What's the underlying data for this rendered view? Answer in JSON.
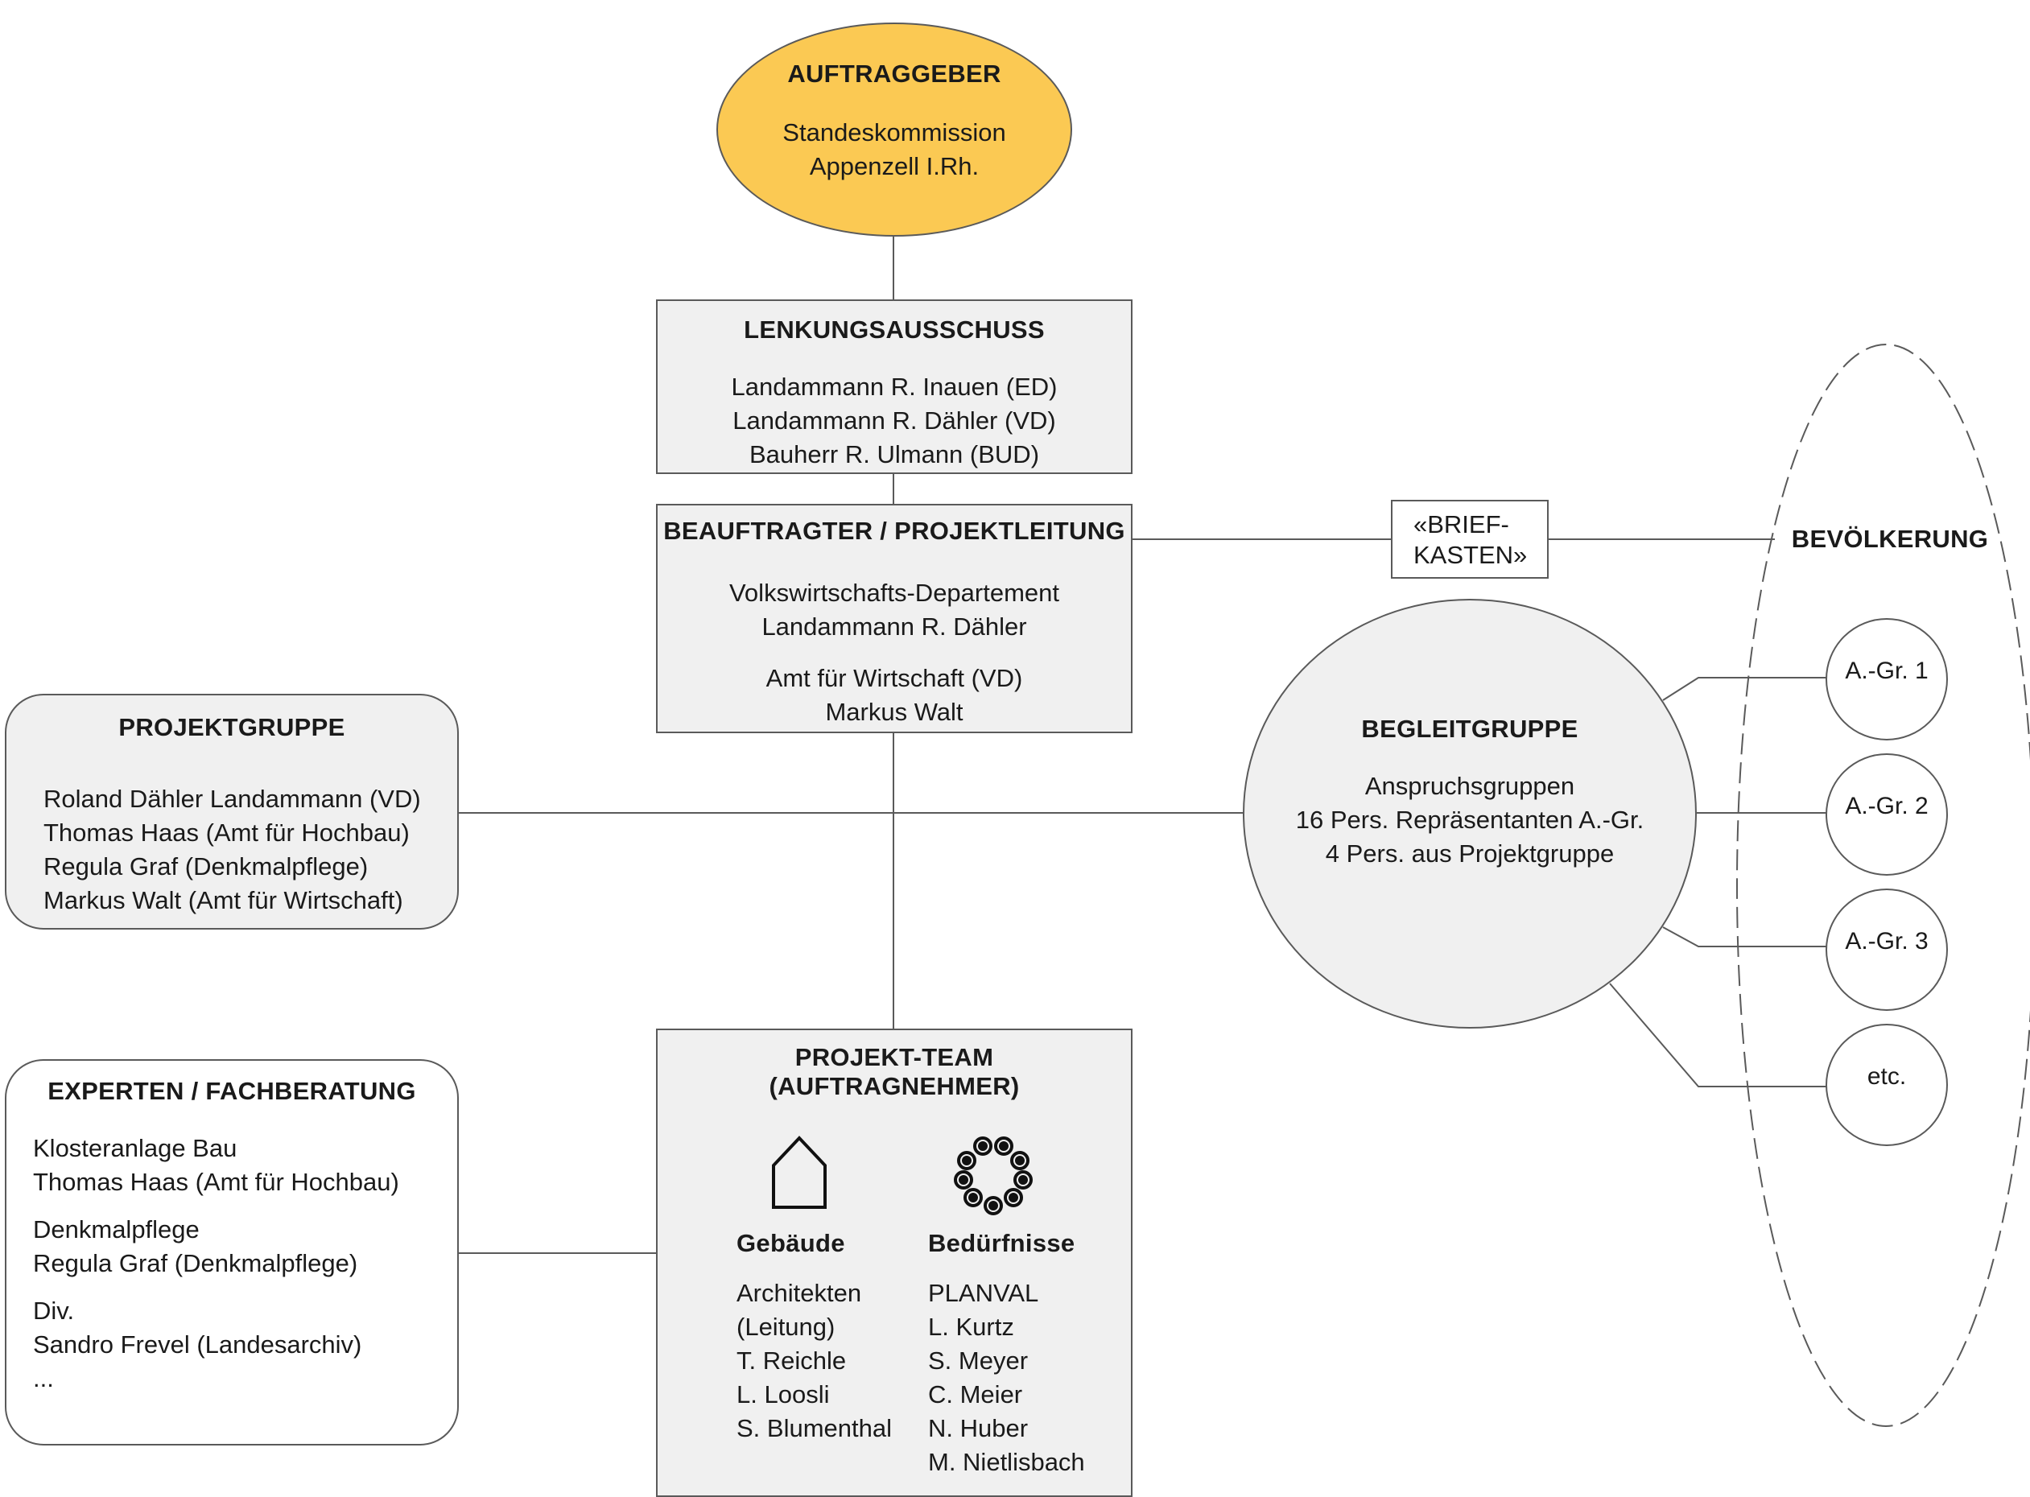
{
  "auftraggeber": {
    "title": "AUFTRAGGEBER",
    "lines": [
      "Standeskommission",
      "Appenzell I.Rh."
    ]
  },
  "lenkungsausschuss": {
    "title": "LENKUNGSAUSSCHUSS",
    "lines": [
      "Landammann R. Inauen (ED)",
      "Landammann R. Dähler (VD)",
      "Bauherr R. Ulmann (BUD)"
    ]
  },
  "projektleitung": {
    "title": "BEAUFTRAGTER / PROJEKTLEITUNG",
    "lines": [
      "Volkswirtschafts-Departement",
      "Landammann R. Dähler",
      "Amt für Wirtschaft (VD)",
      "Markus Walt"
    ]
  },
  "briefkasten": {
    "lines": [
      "«BRIEF-",
      "KASTEN»"
    ]
  },
  "bevoelkerung": {
    "title": "BEVÖLKERUNG"
  },
  "projektgruppe": {
    "title": "PROJEKTGRUPPE",
    "lines": [
      "Roland Dähler Landammann (VD)",
      "Thomas Haas (Amt für Hochbau)",
      "Regula Graf (Denkmalpflege)",
      "Markus Walt (Amt für Wirtschaft)"
    ]
  },
  "begleitgruppe": {
    "title": "BEGLEITGRUPPE",
    "lines": [
      "Anspruchsgruppen",
      "16 Pers. Repräsentanten A.-Gr.",
      "4 Pers. aus Projektgruppe"
    ]
  },
  "anspruchsgruppen": [
    "A.-Gr. 1",
    "A.-Gr. 2",
    "A.-Gr. 3",
    "etc."
  ],
  "experten": {
    "title": "EXPERTEN / FACHBERATUNG",
    "lines": [
      "Klosteranlage Bau",
      "Thomas Haas (Amt für Hochbau)",
      "Denkmalpflege",
      "Regula Graf (Denkmalpflege)",
      "Div.",
      "Sandro Frevel (Landesarchiv)",
      "..."
    ]
  },
  "projektteam": {
    "title_1": "PROJEKT-TEAM",
    "title_2": "(AUFTRAGNEHMER)",
    "gebaeude": {
      "heading": "Gebäude",
      "icon": "house-icon",
      "lines": [
        "Architekten",
        "(Leitung)",
        "T. Reichle",
        "L. Loosli",
        "S. Blumenthal"
      ]
    },
    "beduerfnisse": {
      "heading": "Bedürfnisse",
      "icon": "people-circle-icon",
      "lines": [
        "PLANVAL",
        "L. Kurtz",
        "S. Meyer",
        "C. Meier",
        "N. Huber",
        "M. Nietlisbach"
      ]
    }
  },
  "colors": {
    "auftraggeber_fill": "#fbc953",
    "box_fill": "#f0f0f0",
    "line": "#5a5a5a"
  }
}
